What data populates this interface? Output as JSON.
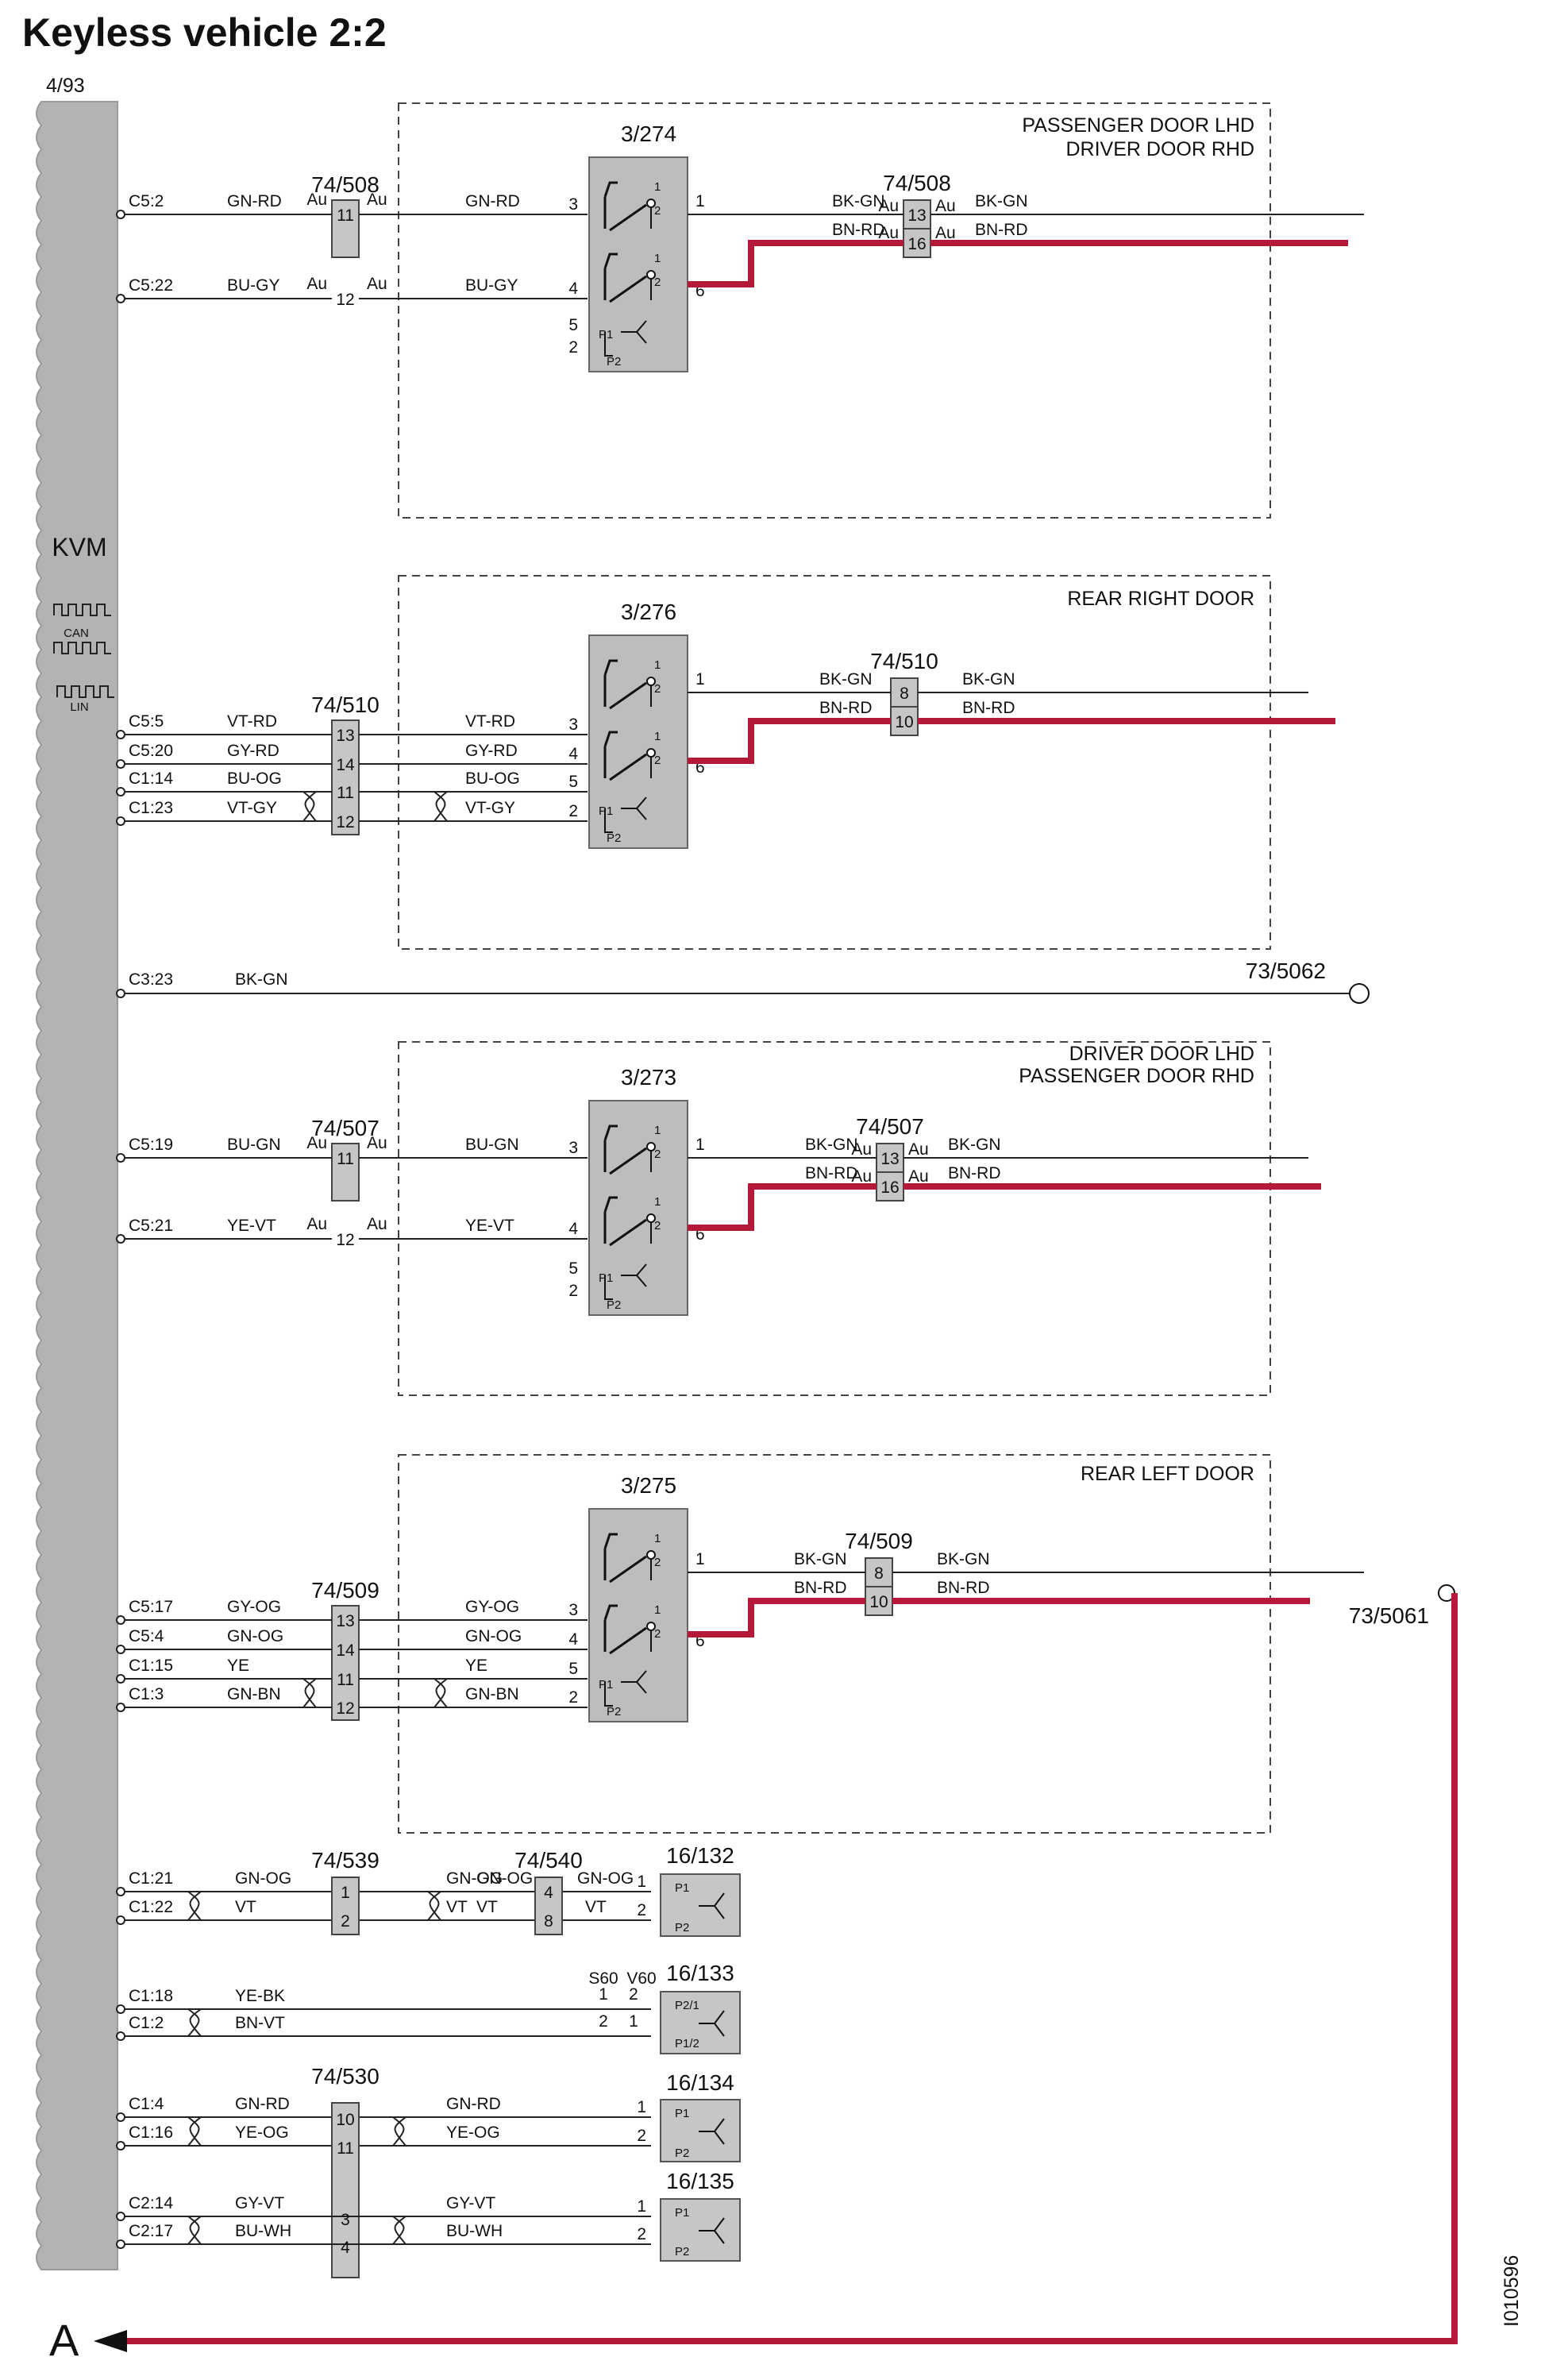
{
  "title": "Keyless vehicle 2:2",
  "module": {
    "ref": "4/93",
    "name": "KVM",
    "bus_labels": [
      "CAN",
      "LIN"
    ]
  },
  "doors": [
    {
      "zone": [
        "PASSENGER DOOR LHD",
        "DRIVER DOOR RHD"
      ],
      "handle": "3/274",
      "in_connector": "74/508",
      "out_connector": "74/508",
      "inputs": [
        {
          "pin": "C5:2",
          "color": "GN-RD",
          "conn_pin": "11",
          "au_left": "Au",
          "au_right": "Au",
          "color2": "GN-RD",
          "handle_pin": "3"
        },
        {
          "pin": "C5:22",
          "color": "BU-GY",
          "conn_pin": "12",
          "au_left": "Au",
          "au_right": "Au",
          "color2": "BU-GY",
          "handle_pin": "4"
        }
      ],
      "out_pins": [
        "1",
        "6"
      ],
      "outputs": [
        {
          "color": "BK-GN",
          "conn_pin": "13",
          "au_left": "Au",
          "au_right": "Au",
          "color2": "BK-GN"
        },
        {
          "color": "BN-RD",
          "conn_pin": "16",
          "au_left": "Au",
          "au_right": "Au",
          "color2": "BN-RD"
        }
      ],
      "extra_pins": [
        "5",
        "2"
      ]
    },
    {
      "zone": [
        "REAR RIGHT DOOR"
      ],
      "handle": "3/276",
      "in_connector": "74/510",
      "out_connector": "74/510",
      "inputs": [
        {
          "pin": "C5:5",
          "color": "VT-RD",
          "conn_pin": "13",
          "color2": "VT-RD",
          "handle_pin": "3"
        },
        {
          "pin": "C5:20",
          "color": "GY-RD",
          "conn_pin": "14",
          "color2": "GY-RD",
          "handle_pin": "4"
        },
        {
          "pin": "C1:14",
          "color": "BU-OG",
          "conn_pin": "11",
          "color2": "BU-OG",
          "handle_pin": "5"
        },
        {
          "pin": "C1:23",
          "color": "VT-GY",
          "conn_pin": "12",
          "color2": "VT-GY",
          "handle_pin": "2"
        }
      ],
      "out_pins": [
        "1",
        "6"
      ],
      "outputs": [
        {
          "color": "BK-GN",
          "conn_pin": "8",
          "color2": "BK-GN"
        },
        {
          "color": "BN-RD",
          "conn_pin": "10",
          "color2": "BN-RD"
        }
      ]
    },
    {
      "zone": [
        "DRIVER DOOR LHD",
        "PASSENGER DOOR RHD"
      ],
      "handle": "3/273",
      "in_connector": "74/507",
      "out_connector": "74/507",
      "inputs": [
        {
          "pin": "C5:19",
          "color": "BU-GN",
          "conn_pin": "11",
          "au_left": "Au",
          "au_right": "Au",
          "color2": "BU-GN",
          "handle_pin": "3"
        },
        {
          "pin": "C5:21",
          "color": "YE-VT",
          "conn_pin": "12",
          "au_left": "Au",
          "au_right": "Au",
          "color2": "YE-VT",
          "handle_pin": "4"
        }
      ],
      "out_pins": [
        "1",
        "6"
      ],
      "outputs": [
        {
          "color": "BK-GN",
          "conn_pin": "13",
          "au_left": "Au",
          "au_right": "Au",
          "color2": "BK-GN"
        },
        {
          "color": "BN-RD",
          "conn_pin": "16",
          "au_left": "Au",
          "au_right": "Au",
          "color2": "BN-RD"
        }
      ],
      "extra_pins": [
        "5",
        "2"
      ]
    },
    {
      "zone": [
        "REAR LEFT DOOR"
      ],
      "handle": "3/275",
      "in_connector": "74/509",
      "out_connector": "74/509",
      "inputs": [
        {
          "pin": "C5:17",
          "color": "GY-OG",
          "conn_pin": "13",
          "color2": "GY-OG",
          "handle_pin": "3"
        },
        {
          "pin": "C5:4",
          "color": "GN-OG",
          "conn_pin": "14",
          "color2": "GN-OG",
          "handle_pin": "4"
        },
        {
          "pin": "C1:15",
          "color": "YE",
          "conn_pin": "11",
          "color2": "YE",
          "handle_pin": "5"
        },
        {
          "pin": "C1:3",
          "color": "GN-BN",
          "conn_pin": "12",
          "color2": "GN-BN",
          "handle_pin": "2"
        }
      ],
      "out_pins": [
        "1",
        "6"
      ],
      "outputs": [
        {
          "color": "BK-GN",
          "conn_pin": "8",
          "color2": "BK-GN"
        },
        {
          "color": "BN-RD",
          "conn_pin": "10",
          "color2": "BN-RD"
        }
      ]
    }
  ],
  "ground": {
    "pin": "C3:23",
    "color": "BK-GN",
    "splice": "73/5062"
  },
  "splice_main": "73/5061",
  "handle_internal": {
    "sw1": [
      "1",
      "2"
    ],
    "sw2": [
      "1",
      "2"
    ],
    "p1": "P1",
    "p2": "P2"
  },
  "antennas": [
    {
      "ref": "16/132",
      "connectors": [
        "74/539",
        "74/540"
      ],
      "rows": [
        {
          "pin": "C1:21",
          "color": "GN-OG",
          "c1pin": "1",
          "color_mid": "GN-OG",
          "c2pin": "4",
          "color_end": "GN-OG",
          "ant_pin": "1",
          "label": "P1"
        },
        {
          "pin": "C1:22",
          "color": "VT",
          "c1pin": "2",
          "color_mid": "VT",
          "c2pin": "8",
          "color_end": "VT",
          "ant_pin": "2",
          "label": "P2"
        }
      ]
    },
    {
      "ref": "16/133",
      "variants": [
        "S60",
        "V60"
      ],
      "rows": [
        {
          "pin": "C1:18",
          "color": "YE-BK",
          "s_pin": "1",
          "v_pin": "2",
          "label": "P2/1"
        },
        {
          "pin": "C1:2",
          "color": "BN-VT",
          "s_pin": "2",
          "v_pin": "1",
          "label": "P1/2"
        }
      ]
    },
    {
      "ref": "16/134",
      "connector": "74/530",
      "rows": [
        {
          "pin": "C1:4",
          "color": "GN-RD",
          "c1pin": "10",
          "color_end": "GN-RD",
          "ant_pin": "1",
          "label": "P1"
        },
        {
          "pin": "C1:16",
          "color": "YE-OG",
          "c1pin": "11",
          "color_end": "YE-OG",
          "ant_pin": "2",
          "label": "P2"
        }
      ]
    },
    {
      "ref": "16/135",
      "rows": [
        {
          "pin": "C2:14",
          "color": "GY-VT",
          "c1pin": "3",
          "color_end": "GY-VT",
          "ant_pin": "1",
          "label": "P1"
        },
        {
          "pin": "C2:17",
          "color": "BU-WH",
          "c1pin": "4",
          "color_end": "BU-WH",
          "ant_pin": "2",
          "label": "P2"
        }
      ]
    }
  ],
  "arrow_label": "A",
  "doc_id": "I010596",
  "colors": {
    "highlight": "#b5193a",
    "kvm_fill": "#b3b3b3",
    "box_fill": "#c6c6c6",
    "handle_fill": "#bdbdbd",
    "wire": "#222222"
  }
}
